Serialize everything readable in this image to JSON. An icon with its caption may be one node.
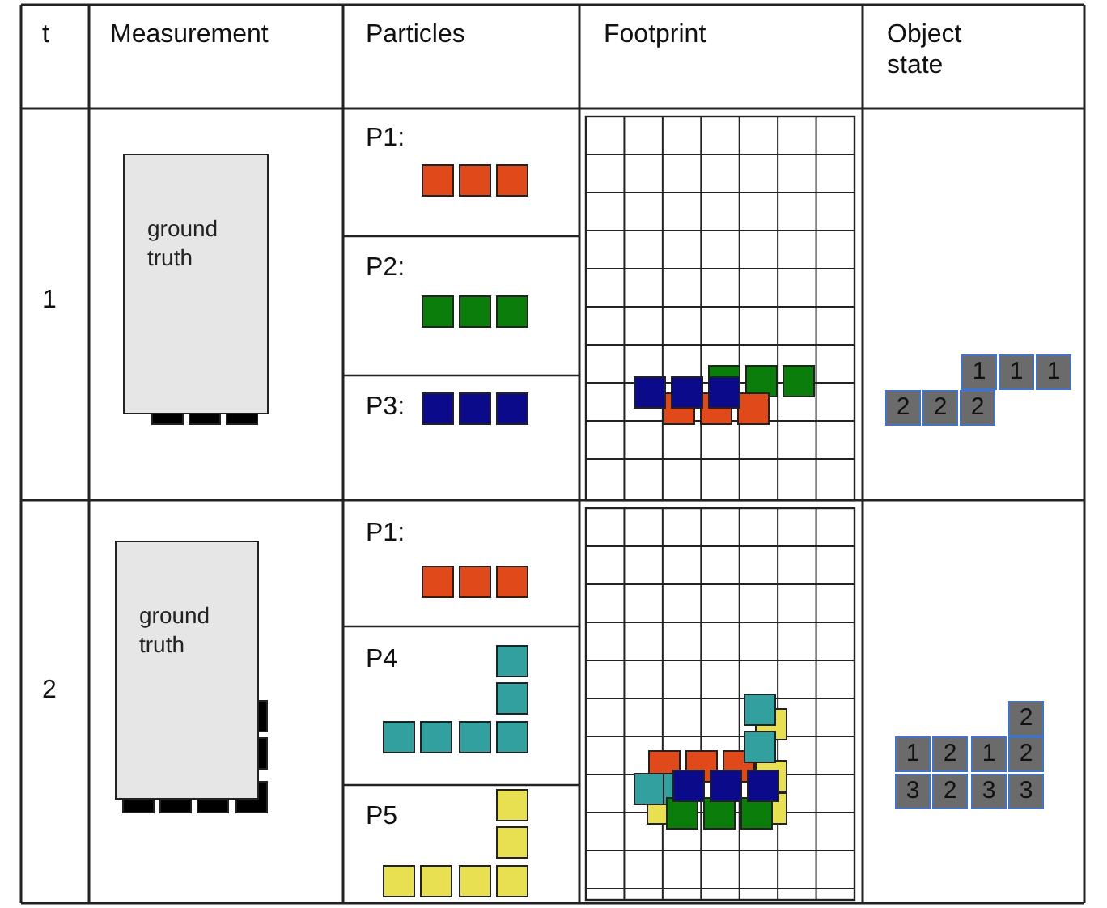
{
  "diagram": {
    "nodes": [
      {
        "text": [
          "ground truth"
        ]
      },
      {
        "text": [
          "ground truth"
        ]
      }
    ],
    "labels": [
      "t",
      "Measurement",
      "Particles",
      "Footprint",
      "Object state",
      "1",
      "P1:",
      "P2:",
      "P3:",
      "1",
      "1",
      "1",
      "2",
      "2",
      "2",
      "2",
      "P1:",
      "P4",
      "P5",
      "2",
      "1",
      "2",
      "1",
      "2",
      "3",
      "2",
      "3",
      "3"
    ]
  }
}
